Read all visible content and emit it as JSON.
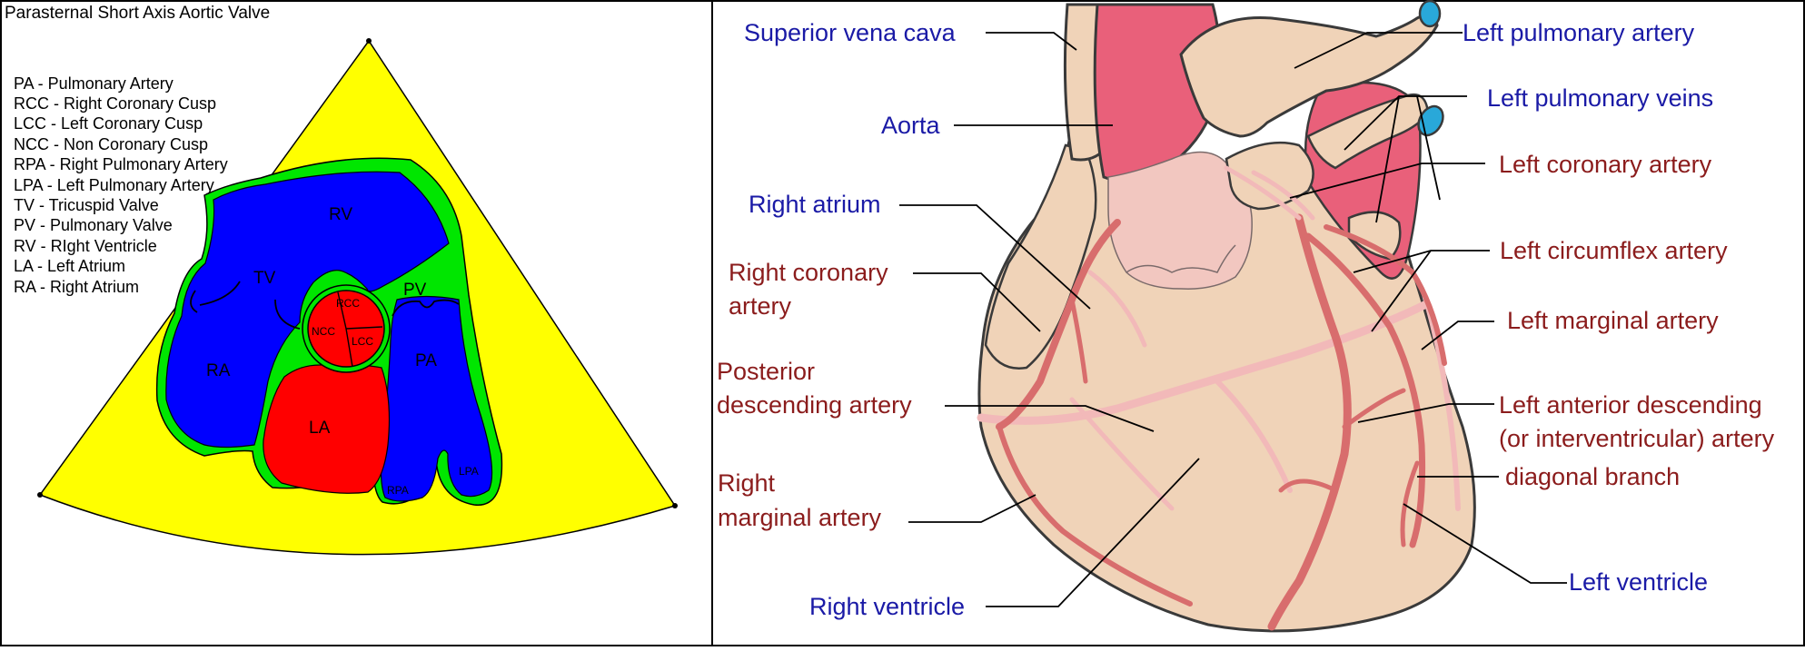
{
  "left_panel": {
    "title": "Parasternal Short Axis Aortic Valve",
    "legend": [
      "PA - Pulmonary Artery",
      "RCC - Right Coronary Cusp",
      "LCC - Left Coronary Cusp",
      "NCC - Non Coronary Cusp",
      "RPA - Right Pulmonary Artery",
      "LPA - Left Pulmonary Artery",
      "TV - Tricuspid Valve",
      "PV - Pulmonary Valve",
      "RV - RIght Ventricle",
      "LA - Left Atrium",
      "RA - Right Atrium"
    ],
    "labels": {
      "rv": "RV",
      "tv": "TV",
      "pv": "PV",
      "ra": "RA",
      "la": "LA",
      "pa": "PA",
      "rcc": "RCC",
      "ncc": "NCC",
      "lcc": "LCC",
      "rpa": "RPA",
      "lpa": "LPA"
    },
    "colors": {
      "sector": "#ffff00",
      "right_heart": "#0000ff",
      "left_heart": "#ff0000",
      "wall": "#00e600",
      "outline": "#000000"
    }
  },
  "right_panel": {
    "labels_blue": {
      "superior_vena_cava": "Superior vena cava",
      "aorta": "Aorta",
      "right_atrium": "Right atrium",
      "right_ventricle": "Right ventricle",
      "left_pulmonary_artery": "Left pulmonary artery",
      "left_pulmonary_veins": "Left pulmonary veins",
      "left_ventricle": "Left ventricle"
    },
    "labels_red": {
      "right_coronary_artery": [
        "Right coronary",
        "artery"
      ],
      "posterior_descending_artery": [
        "Posterior",
        "descending artery"
      ],
      "right_marginal_artery": [
        "Right",
        "marginal artery"
      ],
      "left_coronary_artery": "Left coronary artery",
      "left_circumflex_artery": "Left circumflex artery",
      "left_marginal_artery": "Left marginal artery",
      "left_anterior_descending_artery": [
        "Left anterior descending",
        "(or interventricular) artery"
      ],
      "diagonal_branch": "diagonal branch"
    },
    "colors": {
      "label_blue": "#1a1aa6",
      "label_red": "#8b1c1c",
      "heart_tissue": "#f0d3b8",
      "aorta": "#e9607a",
      "aortic_root": "#f2c7c0",
      "vessel": "#d86d6d",
      "vessel_light": "#f2b9b9",
      "pulmonary_vein_lumen": "#29a8d9"
    }
  }
}
